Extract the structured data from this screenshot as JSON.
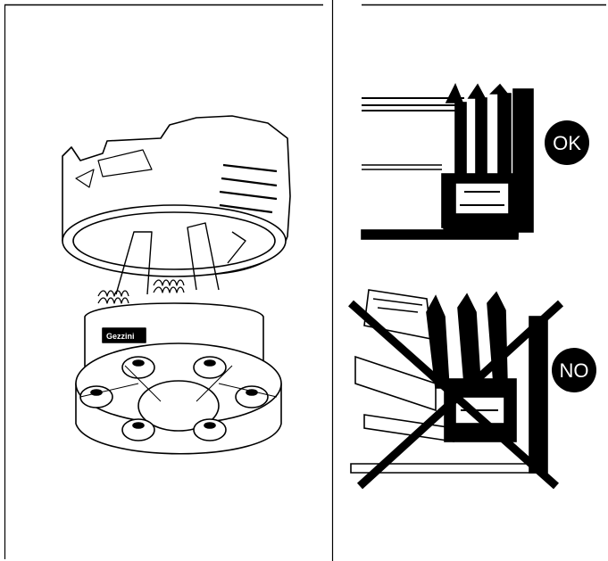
{
  "left_panel": {
    "figure": "product-fixture",
    "brand_label": "Gezzini"
  },
  "right_panel": {
    "ok_figure": {
      "badge_label": "OK",
      "badge_color": "#000000",
      "badge_text_color": "#ffffff"
    },
    "no_figure": {
      "badge_label": "NO",
      "badge_color": "#000000",
      "badge_text_color": "#ffffff",
      "cross_color": "#000000"
    }
  }
}
